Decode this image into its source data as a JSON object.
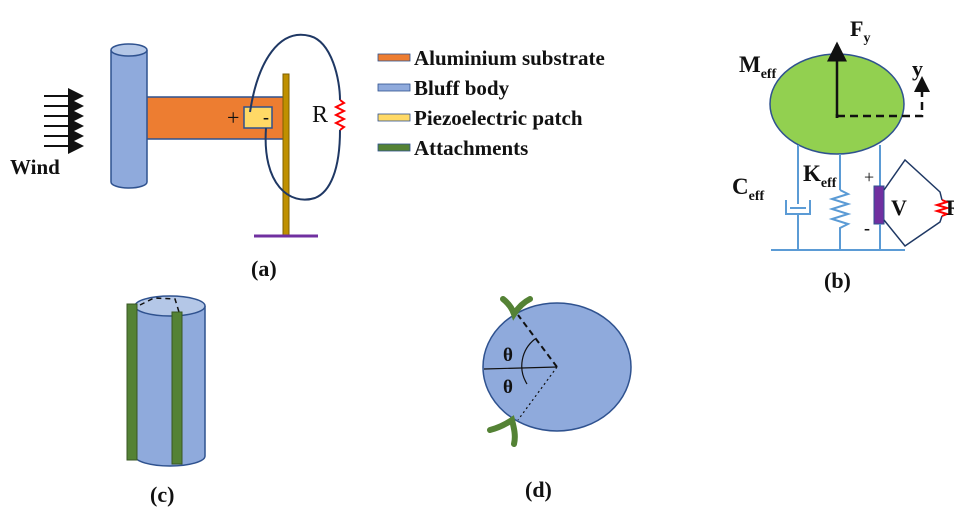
{
  "colors": {
    "aluminium": "#ED7D31",
    "bluff": "#8FAADC",
    "bluff_stroke": "#2F528F",
    "piezo": "#FFD966",
    "attachment": "#548235",
    "mass": "#92D050",
    "wire": "#1F3864",
    "resistor": "#FF0000",
    "battery": "#7030A0",
    "support": "#BF9000",
    "base": "#7030A0",
    "spring": "#5B9BD5"
  },
  "legend": [
    {
      "label": "Aluminium substrate",
      "swatch": "aluminium"
    },
    {
      "label": "Bluff body",
      "swatch": "bluff"
    },
    {
      "label": "Piezoelectric patch",
      "swatch": "piezo"
    },
    {
      "label": "Attachments",
      "swatch": "attachment"
    }
  ],
  "panel_a": {
    "wind_label": "Wind",
    "plus": "+",
    "minus": "-",
    "resistor_label": "R",
    "caption": "(a)"
  },
  "panel_b": {
    "mass_main": "M",
    "mass_sub": "eff",
    "force_main": "F",
    "force_sub": "y",
    "axis_label": "y",
    "damping_main": "C",
    "damping_sub": "eff",
    "stiffness_main": "K",
    "stiffness_sub": "eff",
    "plus": "+",
    "minus": "-",
    "voltage_label": "V",
    "resistor_label": "R",
    "caption": "(b)"
  },
  "panel_c": {
    "caption": "(c)"
  },
  "panel_d": {
    "theta_top": "θ",
    "theta_bottom": "θ",
    "caption": "(d)"
  }
}
